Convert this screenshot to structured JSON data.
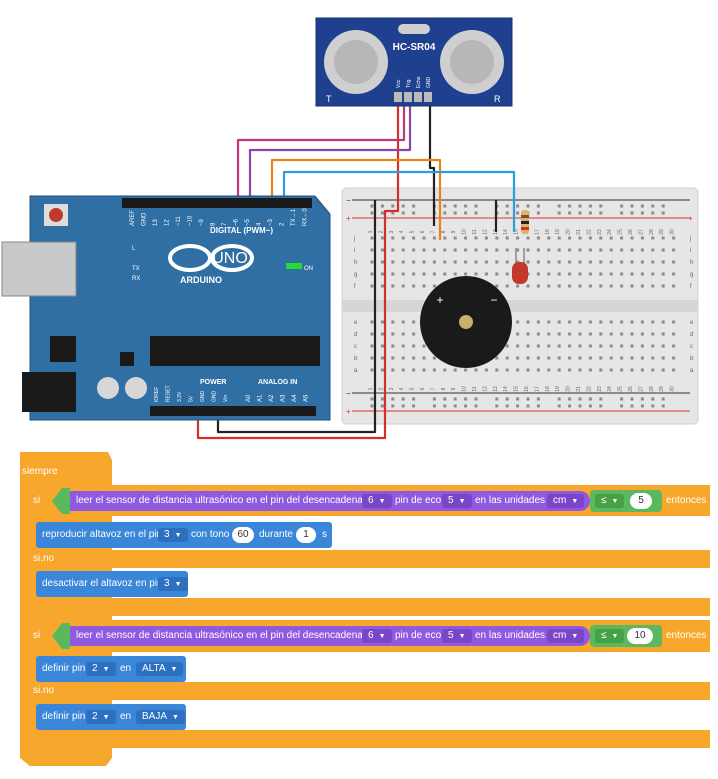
{
  "circuit": {
    "sensor_name": "HC-SR04",
    "sensor_t": "T",
    "sensor_r": "R",
    "sensor_pins": [
      "Vcc",
      "Trig",
      "Echo",
      "GND"
    ],
    "board_brand": "ARDUINO",
    "board_model": "UNO",
    "digital_label": "DIGITAL (PWM~)",
    "digital_pins": [
      "AREF",
      "GND",
      "13",
      "12",
      "~11",
      "~10",
      "~9",
      "8",
      "7",
      "~6",
      "~5",
      "4",
      "~3",
      "2",
      "TX→1",
      "RX←0"
    ],
    "on_label": "ON",
    "tx_label": "TX",
    "rx_label": "RX",
    "l_label": "L",
    "power_label": "POWER",
    "analog_label": "ANALOG IN",
    "power_pins": [
      "IOREF",
      "RESET",
      "3.3V",
      "5V",
      "GND",
      "GND",
      "Vin"
    ],
    "analog_pins": [
      "A0",
      "A1",
      "A2",
      "A3",
      "A4",
      "A5"
    ],
    "buzzer_plus": "+",
    "buzzer_minus": "−",
    "rail_plus": "+",
    "rail_minus": "−",
    "row_labels_top": [
      "j",
      "i",
      "h",
      "g",
      "f"
    ],
    "row_labels_bottom": [
      "e",
      "d",
      "c",
      "b",
      "a"
    ],
    "column_numbers": [
      "1",
      "2",
      "3",
      "4",
      "5",
      "6",
      "7",
      "8",
      "9",
      "10",
      "11",
      "12",
      "13",
      "14",
      "15",
      "16",
      "17",
      "18",
      "19",
      "20",
      "21",
      "22",
      "23",
      "24",
      "25",
      "26",
      "27",
      "28",
      "29",
      "30"
    ],
    "colors": {
      "board": "#2f6fa3",
      "breadboard": "#e6e6e6",
      "sensor": "#1f3f8f",
      "wire_magenta": "#c0397b",
      "wire_purple": "#8a45a6",
      "wire_orange": "#e5841d",
      "wire_blue": "#2c9fd8",
      "wire_red": "#d62d2d",
      "wire_black": "#222222"
    }
  },
  "blocks": {
    "forever_label": "siempre",
    "if1": {
      "si": "si",
      "read_text": "leer el sensor de distancia ultrasónico en el pin del desencadenador",
      "trigger_pin": "6",
      "echo_text": "pin de eco",
      "echo_pin": "5",
      "units_text": "en las unidades",
      "units": "cm",
      "operator": "≤",
      "value": "5",
      "then": "entonces"
    },
    "play": {
      "text": "reproducir altavoz en el pin",
      "pin": "3",
      "tone_text": "con tono",
      "tone": "60",
      "during_text": "durante",
      "duration": "1",
      "unit": "s"
    },
    "else1": "si.no",
    "stop": {
      "text": "desactivar el altavoz en pin",
      "pin": "3"
    },
    "if2": {
      "si": "si",
      "read_text": "leer el sensor de distancia ultrasónico en el pin del desencadenador",
      "trigger_pin": "6",
      "echo_text": "pin de eco",
      "echo_pin": "5",
      "units_text": "en las unidades",
      "units": "cm",
      "operator": "≤",
      "value": "10",
      "then": "entonces"
    },
    "set_high": {
      "text": "definir pin",
      "pin": "2",
      "in_text": "en",
      "state": "ALTA"
    },
    "else2": "si.no",
    "set_low": {
      "text": "definir pin",
      "pin": "2",
      "in_text": "en",
      "state": "BAJA"
    },
    "colors": {
      "control": "#f7a72b",
      "output": "#3a86d8",
      "input": "#8f5ae0",
      "math": "#5cb85c"
    }
  }
}
